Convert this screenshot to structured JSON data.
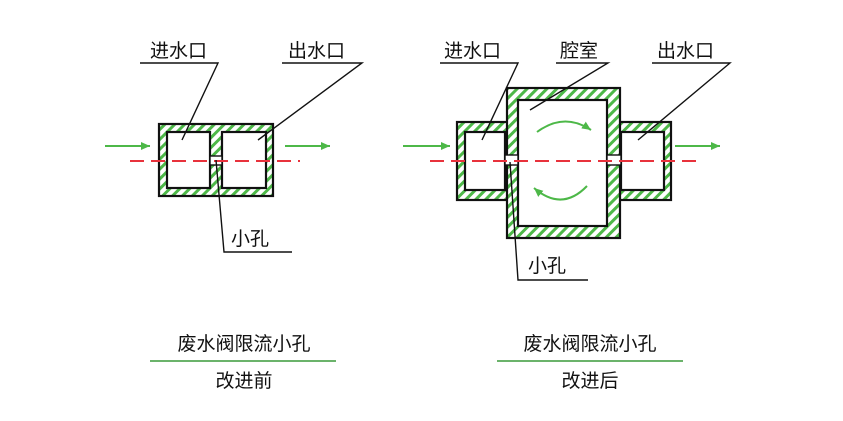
{
  "left": {
    "inlet_label": "进水口",
    "outlet_label": "出水口",
    "hole_label": "小孔",
    "caption_title": "废水阀限流小孔",
    "caption_sub": "改进前"
  },
  "right": {
    "inlet_label": "进水口",
    "chamber_label": "腔室",
    "outlet_label": "出水口",
    "hole_label": "小孔",
    "caption_title": "废水阀限流小孔",
    "caption_sub": "改进后"
  },
  "colors": {
    "hatch_green": "#4db848",
    "centerline_red": "#e8323c",
    "flow_green": "#4db848",
    "outline": "#111111"
  }
}
